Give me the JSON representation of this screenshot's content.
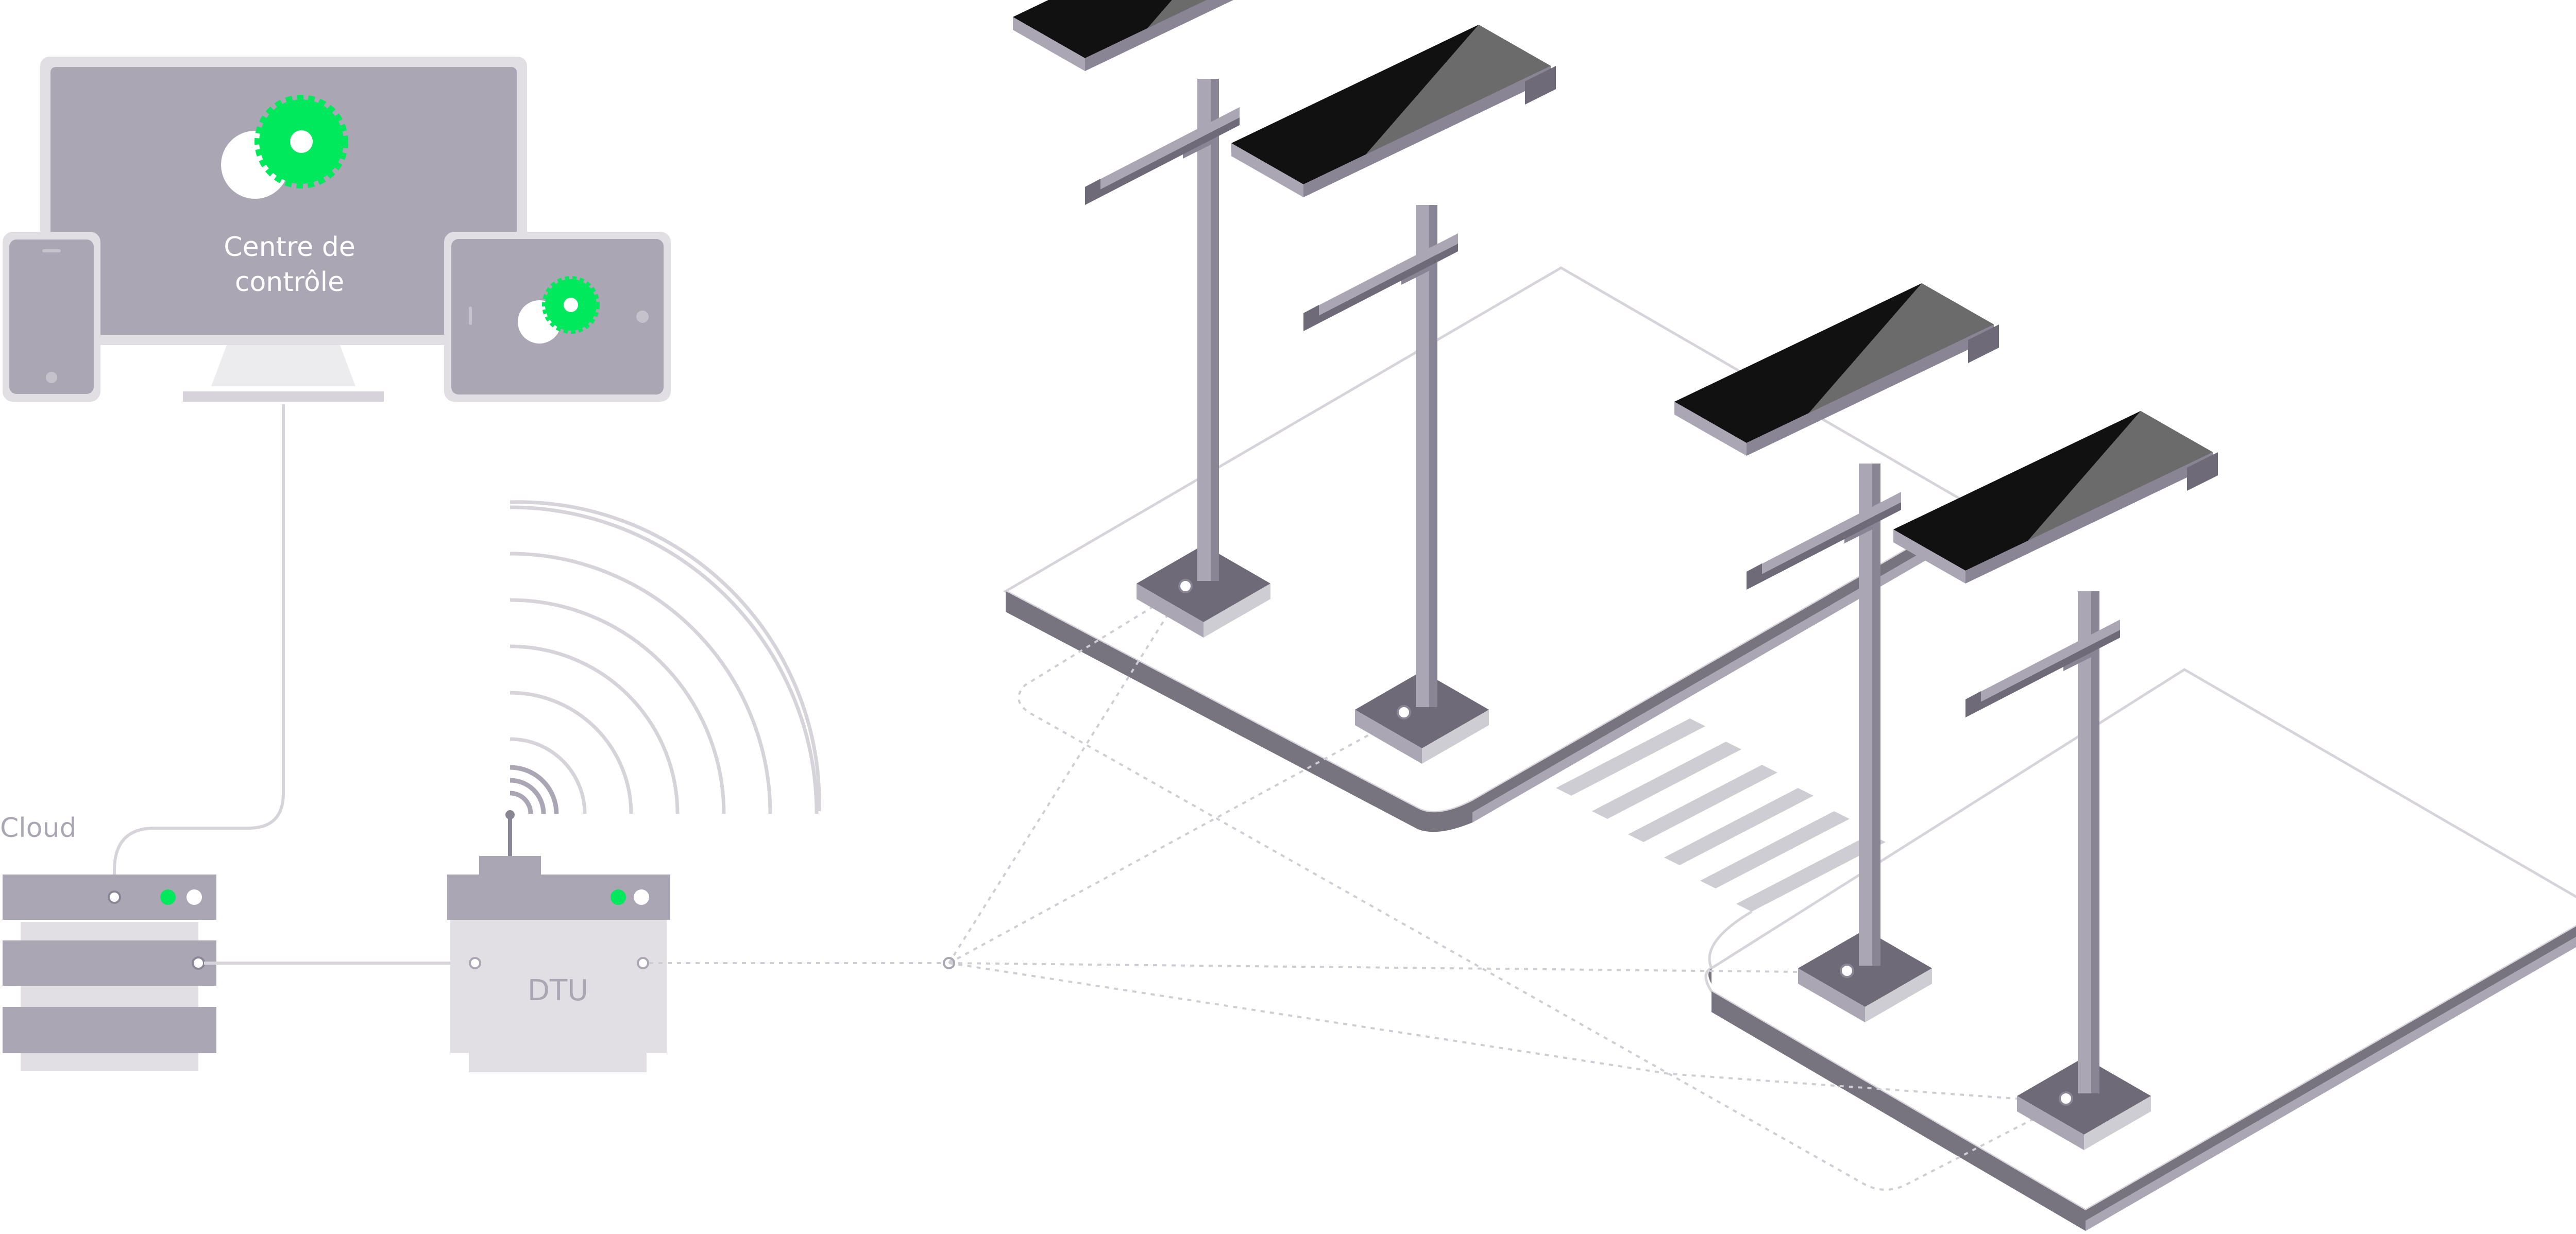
{
  "control_center": {
    "label_line1": "Centre de",
    "label_line2": "contrôle"
  },
  "cloud": {
    "label": "Cloud"
  },
  "dtu": {
    "label": "DTU"
  },
  "colors": {
    "device_body": "#aba6b4",
    "device_frame": "#e1dfe4",
    "accent_green": "#00e85c",
    "panel_dark": "#111111",
    "panel_light": "#6b6b6b",
    "pole": "#aba6b4",
    "pole_dark": "#6e6a78",
    "line": "#d6d4da",
    "base_light": "#cfcdd4",
    "curb": "#77737f"
  },
  "icons": {
    "monitor": "monitor-icon",
    "phone": "phone-icon",
    "tablet": "tablet-icon",
    "gear": "gear-icon",
    "server": "server-icon",
    "antenna": "antenna-icon",
    "wifi_waves": "wifi-signal-icon",
    "street_light": "solar-street-light-icon",
    "crosswalk": "crosswalk-icon"
  }
}
